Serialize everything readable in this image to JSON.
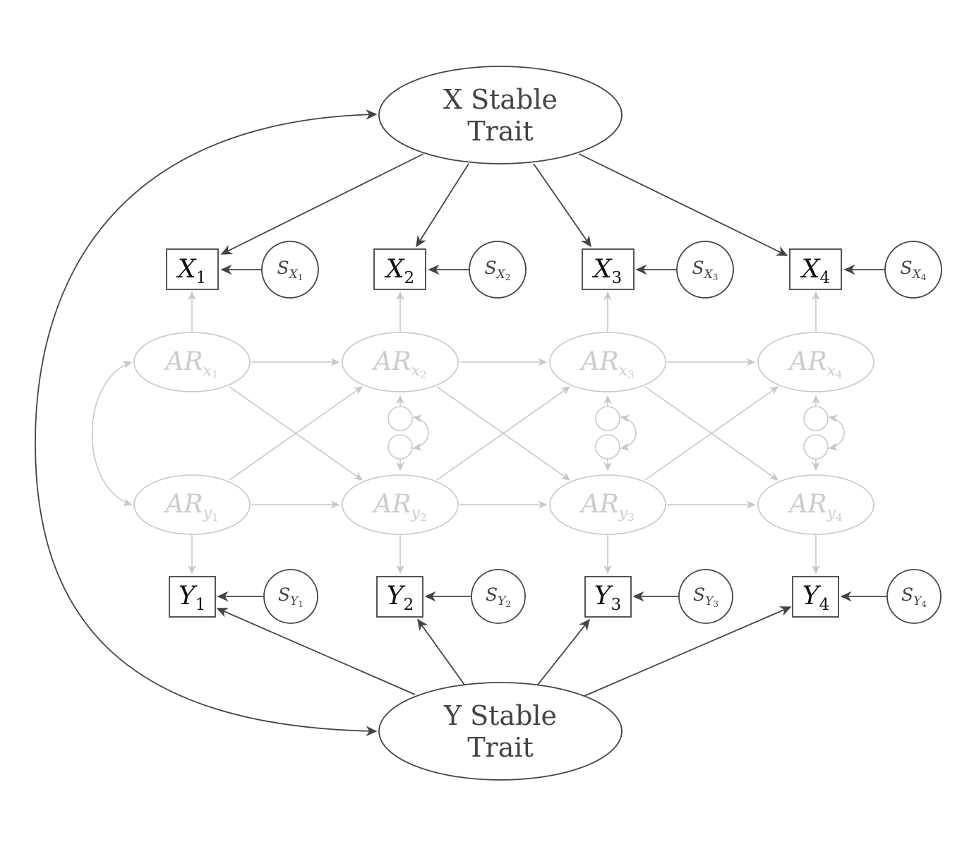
{
  "traits": {
    "x": {
      "line1": "X Stable",
      "line2": "Trait"
    },
    "y": {
      "line1": "Y Stable",
      "line2": "Trait"
    }
  },
  "observed": {
    "x": [
      {
        "letter": "X",
        "index": "1"
      },
      {
        "letter": "X",
        "index": "2"
      },
      {
        "letter": "X",
        "index": "3"
      },
      {
        "letter": "X",
        "index": "4"
      }
    ],
    "y": [
      {
        "letter": "Y",
        "index": "1"
      },
      {
        "letter": "Y",
        "index": "2"
      },
      {
        "letter": "Y",
        "index": "3"
      },
      {
        "letter": "Y",
        "index": "4"
      }
    ]
  },
  "errors": {
    "x": [
      {
        "letter": "S",
        "sub": "X",
        "subsub": "1"
      },
      {
        "letter": "S",
        "sub": "X",
        "subsub": "2"
      },
      {
        "letter": "S",
        "sub": "X",
        "subsub": "3"
      },
      {
        "letter": "S",
        "sub": "X",
        "subsub": "4"
      }
    ],
    "y": [
      {
        "letter": "S",
        "sub": "Y",
        "subsub": "1"
      },
      {
        "letter": "S",
        "sub": "Y",
        "subsub": "2"
      },
      {
        "letter": "S",
        "sub": "Y",
        "subsub": "3"
      },
      {
        "letter": "S",
        "sub": "Y",
        "subsub": "4"
      }
    ]
  },
  "autoregressive": {
    "x": [
      {
        "label": "AR",
        "sub": "x",
        "subsub": "1"
      },
      {
        "label": "AR",
        "sub": "x",
        "subsub": "2"
      },
      {
        "label": "AR",
        "sub": "x",
        "subsub": "3"
      },
      {
        "label": "AR",
        "sub": "x",
        "subsub": "4"
      }
    ],
    "y": [
      {
        "label": "AR",
        "sub": "y",
        "subsub": "1"
      },
      {
        "label": "AR",
        "sub": "y",
        "subsub": "2"
      },
      {
        "label": "AR",
        "sub": "y",
        "subsub": "3"
      },
      {
        "label": "AR",
        "sub": "y",
        "subsub": "4"
      }
    ]
  },
  "colors": {
    "dark": "#444444",
    "light": "#c8c8c8"
  }
}
